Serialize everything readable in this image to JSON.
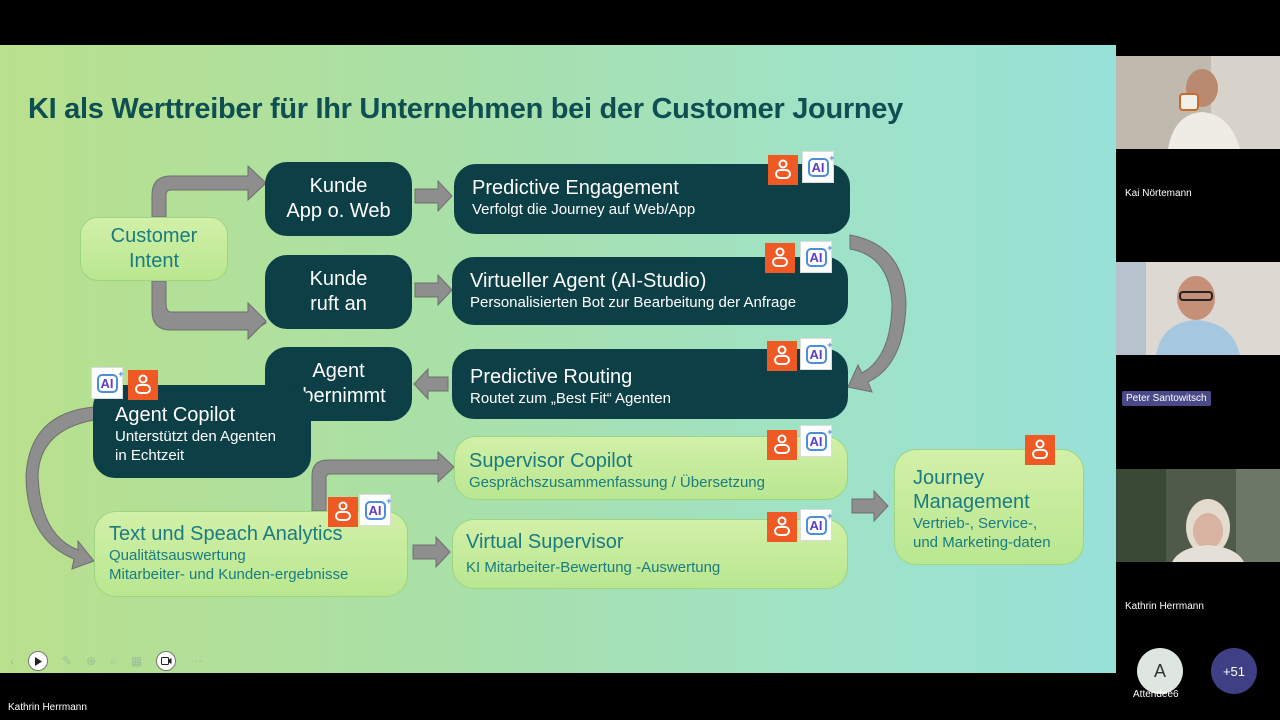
{
  "slide": {
    "title": "KI als Werttreiber für Ihr Unternehmen bei der Customer Journey",
    "customer_intent": [
      "Customer",
      "Intent"
    ],
    "kunde_web": [
      "Kunde",
      "App o. Web"
    ],
    "kunde_ruft": [
      "Kunde",
      "ruft an"
    ],
    "agent_uebernimmt": [
      "Agent",
      "übernimmt"
    ],
    "predictive_engagement": {
      "title": "Predictive Engagement",
      "sub": "Verfolgt die Journey auf Web/App"
    },
    "virtueller_agent": {
      "title": "Virtueller Agent (AI-Studio)",
      "sub": "Personalisierten Bot zur Bearbeitung der Anfrage"
    },
    "predictive_routing": {
      "title": "Predictive Routing",
      "sub": "Routet zum „Best Fit“ Agenten"
    },
    "agent_copilot": {
      "title": "Agent Copilot",
      "sub1": "Unterstützt den Agenten",
      "sub2": "in Echtzeit"
    },
    "supervisor_copilot": {
      "title": "Supervisor Copilot",
      "sub": "Gesprächszusammenfassung / Übersetzung"
    },
    "text_speach": {
      "title": "Text und Speach Analytics",
      "sub1": "Qualitätsauswertung",
      "sub2": "Mitarbeiter- und Kunden-ergebnisse"
    },
    "virtual_supervisor": {
      "title": "Virtual Supervisor",
      "sub": "KI Mitarbeiter-Bewertung -Auswertung"
    },
    "journey_mgmt": {
      "title1": "Journey",
      "title2": "Management",
      "sub1": "Vertrieb-, Service-,",
      "sub2": "und Marketing-daten"
    },
    "ai_badge_label": "AI"
  },
  "participants": {
    "p1": "Kai Nörtemann",
    "p2": "Peter Santowitsch",
    "p3": "Kathrin Herrmann",
    "attendee_initial": "A",
    "attendee_name": "Attendee6",
    "more_count": "+51"
  },
  "presenter_label": "Kathrin Herrmann",
  "colors": {
    "dark_box": "#0d3f46",
    "title": "#0f4f52",
    "orange_badge": "#ef5a24",
    "more_badge": "#3f3f86"
  }
}
